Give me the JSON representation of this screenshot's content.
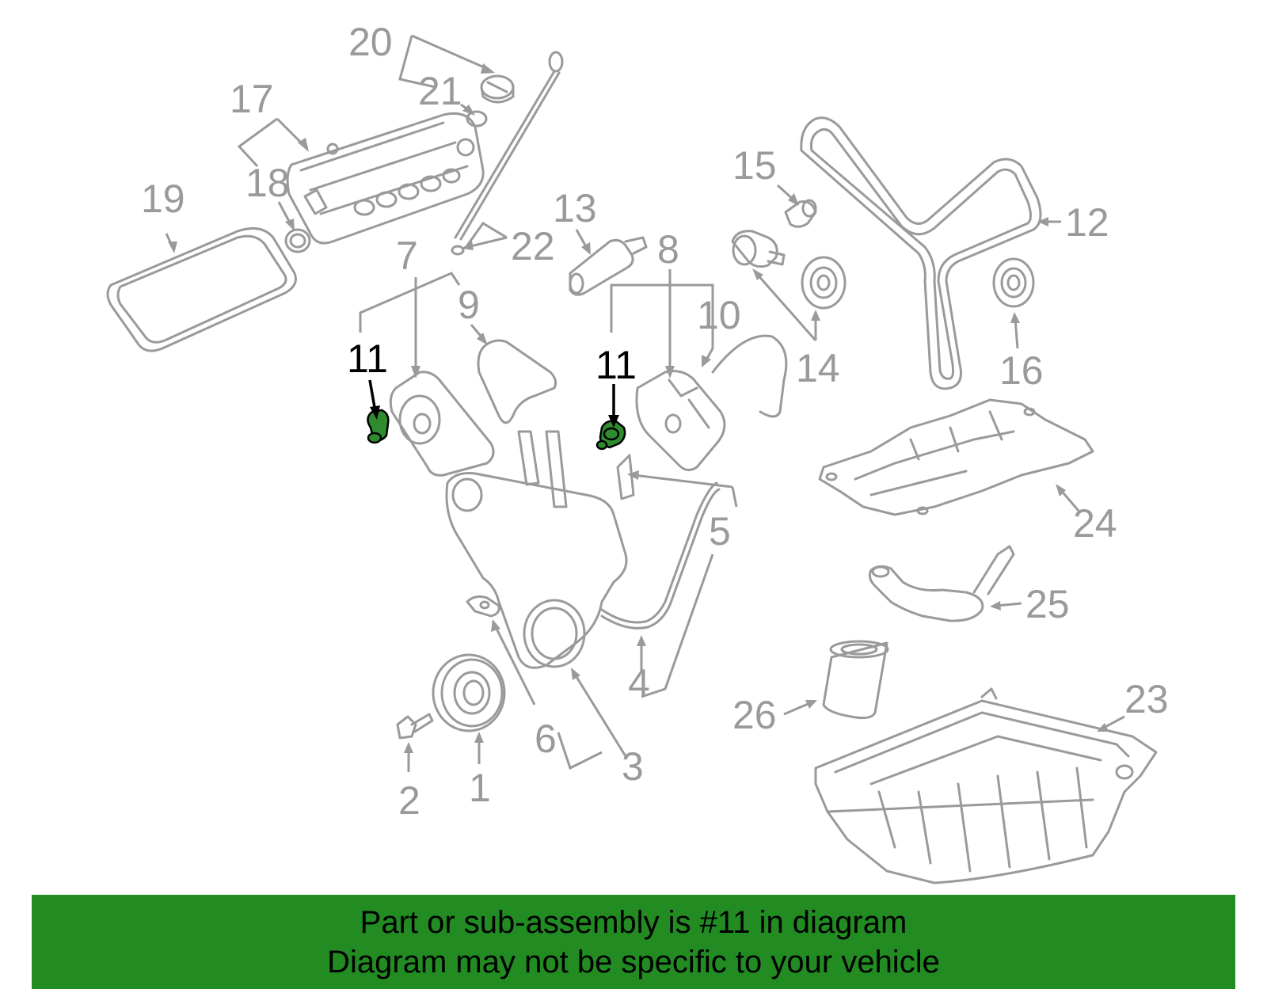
{
  "diagram": {
    "labels": {
      "p1": "1",
      "p2": "2",
      "p3": "3",
      "p4": "4",
      "p5": "5",
      "p6": "6",
      "p7": "7",
      "p8": "8",
      "p9": "9",
      "p10": "10",
      "p11a": "11",
      "p11b": "11",
      "p12": "12",
      "p13": "13",
      "p14": "14",
      "p15": "15",
      "p16": "16",
      "p17": "17",
      "p18": "18",
      "p19": "19",
      "p20": "20",
      "p21": "21",
      "p22": "22",
      "p23": "23",
      "p24": "24",
      "p25": "25",
      "p26": "26"
    },
    "highlight_part": "11",
    "colors": {
      "part_lines": "#9a9a9a",
      "highlight_label": "#000000",
      "highlight_part_fill": "#2e8b2e",
      "banner_background": "#228b22"
    }
  },
  "banner": {
    "line1": "Part or sub-assembly is #11 in diagram",
    "line2": "Diagram may not be specific to your vehicle"
  }
}
